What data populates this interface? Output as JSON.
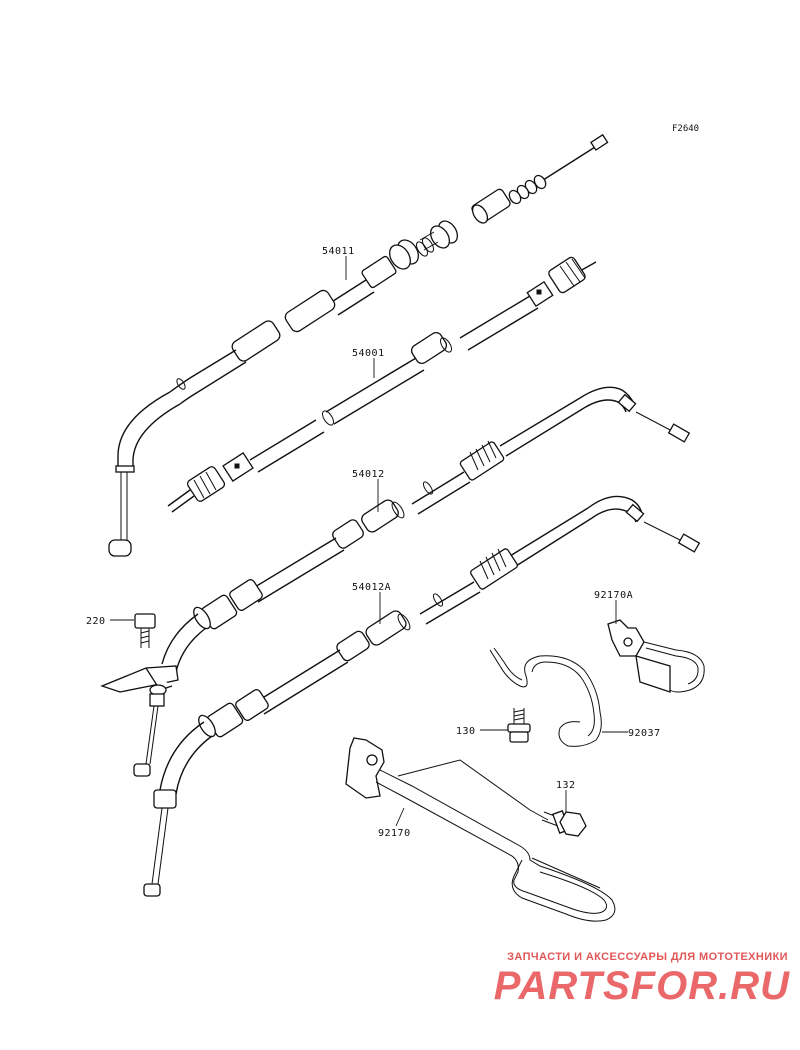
{
  "figure_ref": "F2640",
  "part_labels": {
    "p54011": "54011",
    "p54001": "54001",
    "p54012": "54012",
    "p54012A": "54012A",
    "p220": "220",
    "p92170A": "92170A",
    "p130": "130",
    "p92037": "92037",
    "p132": "132",
    "p92170": "92170"
  },
  "watermark": {
    "tagline": "ЗАПЧАСТИ И АКСЕССУАРЫ ДЛЯ МОТОТЕХНИКИ",
    "logo": "PARTSFOR.RU",
    "color": "#e25757"
  }
}
